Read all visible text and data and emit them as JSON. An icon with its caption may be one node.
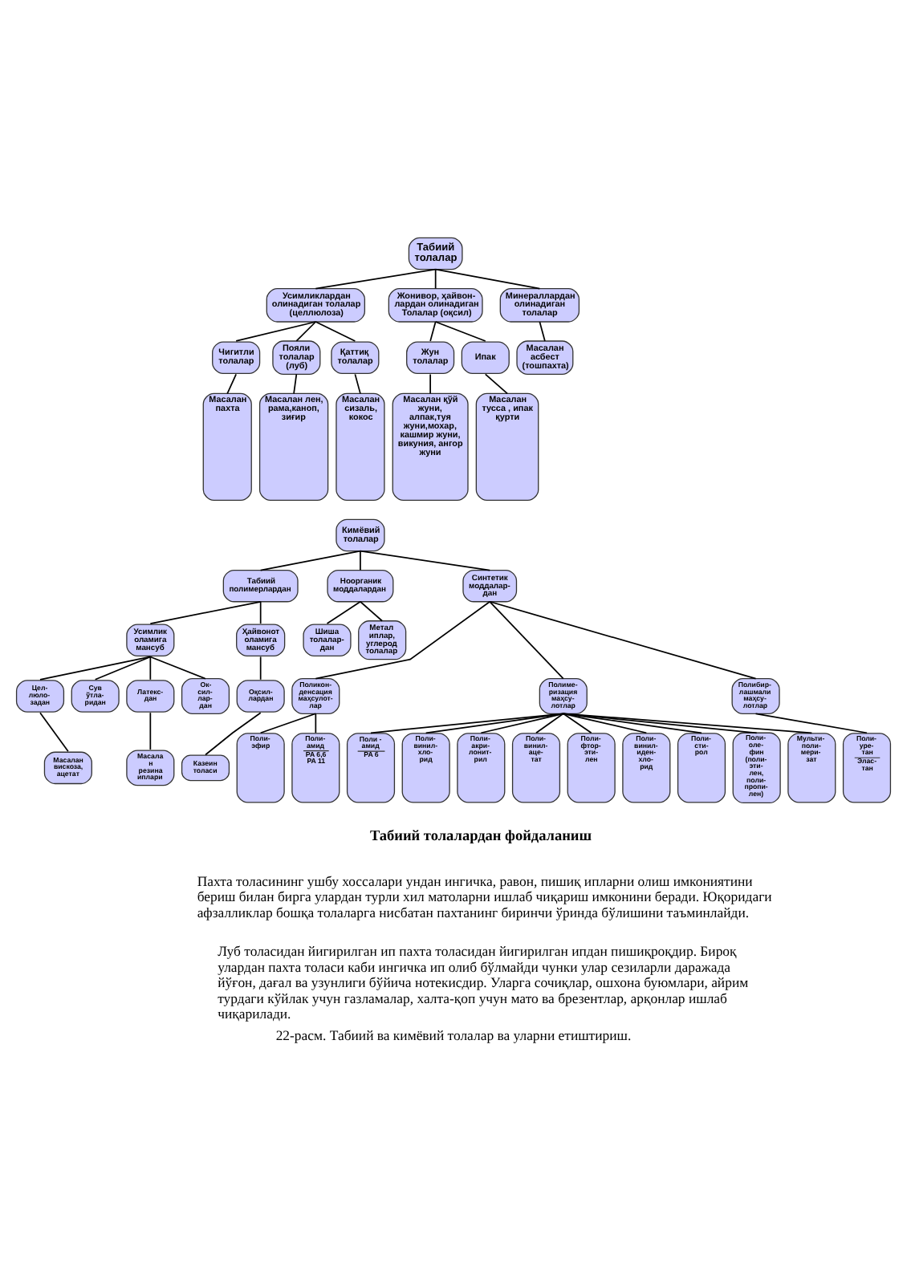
{
  "diagram": {
    "caption": "22-расм. Табиий ва кимёвий толалар ва уларни етиштириш.",
    "nodes": [
      {
        "text": [
          "Табиий толалар"
        ]
      },
      {
        "text": [
          "Усимликлардан олинадиган толалар (целлюлоза)"
        ]
      },
      {
        "text": [
          "Жонивор, ҳайвон- лардан олинадиган Толалар (оқсил)"
        ]
      },
      {
        "text": [
          "Минераллардан олинадиган толалар"
        ]
      },
      {
        "text": [
          "Чигитли толалар"
        ]
      },
      {
        "text": [
          "Пояли толалар (луб)"
        ]
      },
      {
        "text": [
          "Қаттиқ толалар"
        ]
      },
      {
        "text": [
          "Жун толалар"
        ]
      },
      {
        "text": [
          "Ипак"
        ]
      },
      {
        "text": [
          "Масалан асбест (тошпахта)"
        ]
      },
      {
        "text": [
          "Масалан пахта"
        ]
      },
      {
        "text": [
          "Масалан лен, рама,каноп, зиғир"
        ]
      },
      {
        "text": [
          "Масалан сизаль, кокос"
        ]
      },
      {
        "text": [
          "Масалан қўй жуни, алпак,туя жуни,мохар, кашмир жуни, викуния, ангор жуни"
        ]
      },
      {
        "text": [
          "Масалан тусса , ипак қурти"
        ]
      },
      {
        "text": [
          "Кимёвий толалар"
        ]
      },
      {
        "text": [
          "Табиий полимерлардан"
        ]
      },
      {
        "text": [
          "Ноорганик моддалардан"
        ]
      },
      {
        "text": [
          "Синтетик моддалар- дан"
        ]
      },
      {
        "text": [
          "Усимлик оламига мансуб"
        ]
      },
      {
        "text": [
          "Ҳайвонот оламига мансуб"
        ]
      },
      {
        "text": [
          "Шиша толалар- дан"
        ]
      },
      {
        "text": [
          "Метал иплар, углерод толалар"
        ]
      },
      {
        "text": [
          "Оқсил- лардан"
        ]
      },
      {
        "text": [
          "Цел- люло- задан"
        ]
      },
      {
        "text": [
          "Сув ўтла- ридан"
        ]
      },
      {
        "text": [
          "Латекс- дан"
        ]
      },
      {
        "text": [
          "Ок- сил- лар- дан"
        ]
      },
      {
        "text": [
          "Поликон- денсация маҳсулот- лар"
        ]
      },
      {
        "text": [
          "Полиме- ризация маҳсу- лотлар"
        ]
      },
      {
        "text": [
          "Полибир- лашмали маҳсу- лотлар"
        ]
      },
      {
        "text": [
          "Казеин толаси"
        ]
      },
      {
        "text": [
          "Масалан вискоза, ацетат"
        ]
      },
      {
        "text": [
          "Масала н резина иплари"
        ]
      },
      {
        "text": [
          "Поли- эфир"
        ]
      },
      {
        "text": [
          "Поли- амид",
          "PA 6,6 PA 11"
        ]
      },
      {
        "text": [
          "Поли - амид",
          "PA 6"
        ]
      },
      {
        "text": [
          "Поли- винил- хло- рид"
        ]
      },
      {
        "text": [
          "Поли- акри- лонит- рил"
        ]
      },
      {
        "text": [
          "Поли- винил- аце- тат"
        ]
      },
      {
        "text": [
          "Поли- фтор- эти- лен"
        ]
      },
      {
        "text": [
          "Поли- винил- иден- хло- рид"
        ]
      },
      {
        "text": [
          "Поли- сти- рол"
        ]
      },
      {
        "text": [
          "Поли- оле- фин (поли- эти- лен, поли- пропи- лен)"
        ]
      },
      {
        "text": [
          "Мульти- поли- мери- зат"
        ]
      },
      {
        "text": [
          "Поли- уре- тан",
          "Элас- тан"
        ]
      }
    ],
    "edges": [
      {
        "from": 0,
        "to": 1,
        "arrow": "none"
      },
      {
        "from": 0,
        "to": 2,
        "arrow": "none"
      },
      {
        "from": 0,
        "to": 3,
        "arrow": "none"
      },
      {
        "from": 1,
        "to": 4,
        "arrow": "none"
      },
      {
        "from": 1,
        "to": 5,
        "arrow": "none"
      },
      {
        "from": 1,
        "to": 6,
        "arrow": "none"
      },
      {
        "from": 2,
        "to": 7,
        "arrow": "none"
      },
      {
        "from": 2,
        "to": 8,
        "arrow": "none"
      },
      {
        "from": 3,
        "to": 9,
        "arrow": "none"
      },
      {
        "from": 4,
        "to": 10,
        "arrow": "none"
      },
      {
        "from": 5,
        "to": 11,
        "arrow": "none"
      },
      {
        "from": 6,
        "to": 12,
        "arrow": "none"
      },
      {
        "from": 7,
        "to": 13,
        "arrow": "none"
      },
      {
        "from": 8,
        "to": 14,
        "arrow": "none"
      },
      {
        "from": 15,
        "to": 16,
        "arrow": "none"
      },
      {
        "from": 15,
        "to": 17,
        "arrow": "none"
      },
      {
        "from": 15,
        "to": 18,
        "arrow": "none"
      },
      {
        "from": 16,
        "to": 19,
        "arrow": "none"
      },
      {
        "from": 16,
        "to": 20,
        "arrow": "none"
      },
      {
        "from": 17,
        "to": 21,
        "arrow": "none"
      },
      {
        "from": 17,
        "to": 22,
        "arrow": "none"
      },
      {
        "from": 19,
        "to": 24,
        "arrow": "none"
      },
      {
        "from": 19,
        "to": 25,
        "arrow": "none"
      },
      {
        "from": 19,
        "to": 26,
        "arrow": "none"
      },
      {
        "from": 19,
        "to": 27,
        "arrow": "none"
      },
      {
        "from": 20,
        "to": 23,
        "arrow": "none"
      },
      {
        "from": 23,
        "to": 31,
        "arrow": "none"
      },
      {
        "from": 24,
        "to": 32,
        "arrow": "none"
      },
      {
        "from": 26,
        "to": 33,
        "arrow": "none"
      },
      {
        "from": 18,
        "to": 28,
        "arrow": "none"
      },
      {
        "from": 18,
        "to": 29,
        "arrow": "none"
      },
      {
        "from": 18,
        "to": 30,
        "arrow": "none"
      },
      {
        "from": 28,
        "to": 34,
        "arrow": "none"
      },
      {
        "from": 28,
        "to": 35,
        "arrow": "none"
      },
      {
        "from": 29,
        "to": 36,
        "arrow": "none"
      },
      {
        "from": 29,
        "to": 37,
        "arrow": "none"
      },
      {
        "from": 29,
        "to": 38,
        "arrow": "none"
      },
      {
        "from": 29,
        "to": 39,
        "arrow": "none"
      },
      {
        "from": 29,
        "to": 40,
        "arrow": "none"
      },
      {
        "from": 29,
        "to": 41,
        "arrow": "none"
      },
      {
        "from": 29,
        "to": 42,
        "arrow": "none"
      },
      {
        "from": 29,
        "to": 43,
        "arrow": "none"
      },
      {
        "from": 29,
        "to": 44,
        "arrow": "none"
      },
      {
        "from": 30,
        "to": 45,
        "arrow": "none"
      }
    ],
    "labels": [
      "Табиий толалардан фойдаланиш",
      "Пахта толасининг ушбу хоссалари ундан ингичка, равон, пишиқ ипларни олиш имкониятини бериш билан бирга улардан турли хил матоларни ишлаб чиқариш имконини беради. Юқоридаги афзалликлар бошқа толаларга нисбатан пахтанинг биринчи ўринда бўлишини таъминлайди.",
      "Луб толасидан йигирилган ип пахта толасидан йигирилган ипдан пишиқроқдир. Бироқ улардан пахта толаси каби ингичка ип олиб бўлмайди чунки улар сезиларли даражада йўғон, дағал ва узунлиги бўйича нотекисдир. Уларга сочиқлар, ошхона буюмлари, айрим турдаги кўйлак учун газламалар, халта-қоп учун мато ва брезентлар, арқонлар ишлаб чиқарилади."
    ]
  }
}
